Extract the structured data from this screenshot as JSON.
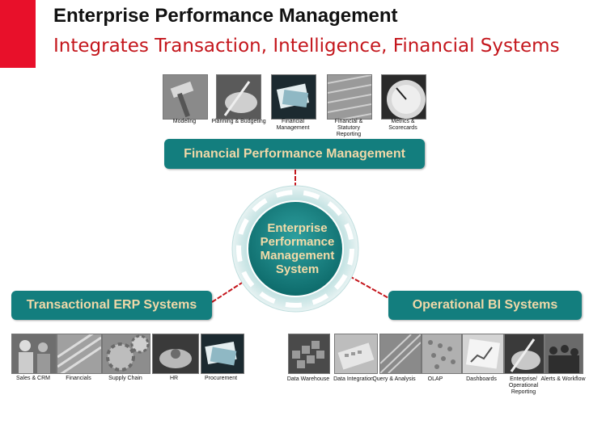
{
  "title": "Enterprise Performance Management",
  "subtitle": "Integrates Transaction, Intelligence, Financial Systems",
  "center": {
    "line1": "Enterprise",
    "line2": "Performance",
    "line3": "Management",
    "line4": "System"
  },
  "colors": {
    "brand_red": "#e8102a",
    "teal": "#137e7e",
    "pill_text": "#f0d8a8",
    "connector": "#c4161c"
  },
  "financial": {
    "label": "Financial Performance Management",
    "items": [
      {
        "caption": "Modeling",
        "icon": "hammer-icon"
      },
      {
        "caption": "Planning & Budgeting",
        "icon": "pen-hand-icon"
      },
      {
        "caption": "Financial Management",
        "icon": "banknotes-icon"
      },
      {
        "caption": "Financial & Statutory Reporting",
        "icon": "texture-icon"
      },
      {
        "caption": "Metrics & Scorecards",
        "icon": "gauge-icon"
      }
    ]
  },
  "erp": {
    "label": "Transactional ERP Systems",
    "items": [
      {
        "caption": "Sales & CRM",
        "icon": "people-meeting-icon"
      },
      {
        "caption": "Financials",
        "icon": "steel-texture-icon"
      },
      {
        "caption": "Supply Chain",
        "icon": "gears-icon"
      },
      {
        "caption": "HR",
        "icon": "hands-icon"
      },
      {
        "caption": "Procurement",
        "icon": "money-icon"
      }
    ]
  },
  "bi": {
    "label": "Operational BI Systems",
    "items": [
      {
        "caption": "Data Warehouse",
        "icon": "blocks-icon"
      },
      {
        "caption": "Data Integration",
        "icon": "keyboard-icon"
      },
      {
        "caption": "Query & Analysis",
        "icon": "graph-texture-icon"
      },
      {
        "caption": "OLAP",
        "icon": "dots-icon"
      },
      {
        "caption": "Dashboards",
        "icon": "chart-paper-icon"
      },
      {
        "caption": "Enterprise/ Operational Reporting",
        "icon": "pen-hand-icon"
      },
      {
        "caption": "Alerts & Workflow",
        "icon": "crowd-icon"
      }
    ]
  }
}
